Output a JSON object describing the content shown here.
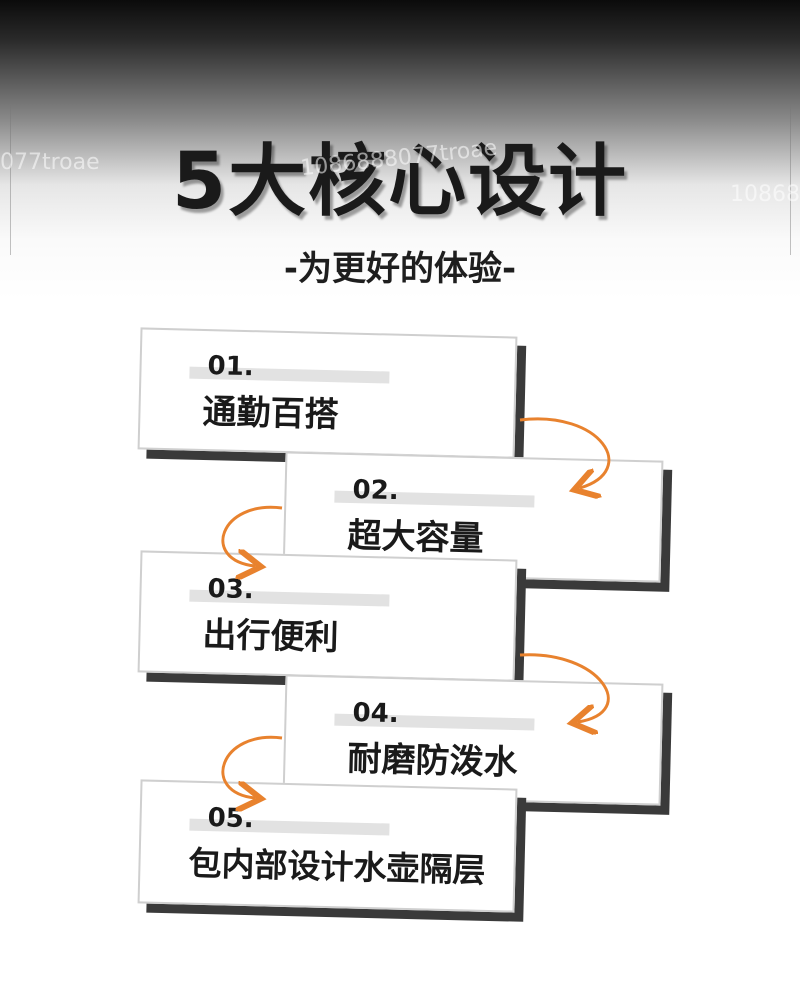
{
  "header": {
    "title": "5大核心设计",
    "subtitle": "-为更好的体验-"
  },
  "watermark": {
    "text_left": "077troae",
    "text_center": "1086888077troae",
    "text_right": "10868",
    "color": "#ffffff"
  },
  "items": [
    {
      "number": "01.",
      "label": "通勤百搭"
    },
    {
      "number": "02.",
      "label": "超大容量"
    },
    {
      "number": "03.",
      "label": "出行便利"
    },
    {
      "number": "04.",
      "label": "耐磨防泼水"
    },
    {
      "number": "05.",
      "label": "包内部设计水壶隔层"
    }
  ],
  "colors": {
    "accent": "#e8822e",
    "text": "#1a1a1a",
    "card_shadow": "#3a3a3a"
  }
}
